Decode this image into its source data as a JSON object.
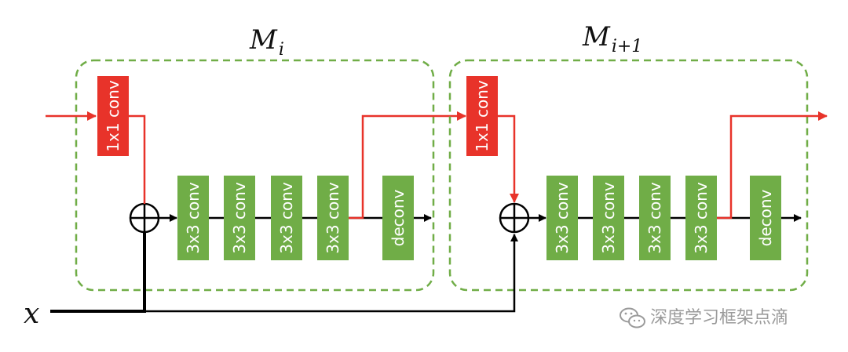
{
  "modules": [
    {
      "title_main": "M",
      "title_sub": "i",
      "input_block": "1x1 conv",
      "conv_blocks": [
        "3x3 conv",
        "3x3 conv",
        "3x3 conv",
        "3x3 conv"
      ],
      "deconv_block": "deconv"
    },
    {
      "title_main": "M",
      "title_sub": "i+1",
      "input_block": "1x1 conv",
      "conv_blocks": [
        "3x3 conv",
        "3x3 conv",
        "3x3 conv",
        "3x3 conv"
      ],
      "deconv_block": "deconv"
    }
  ],
  "input_label": "x",
  "watermark": "深度学习框架点滴",
  "colors": {
    "green_block": "#70ad47",
    "red_block": "#e8332a",
    "dashed_border": "#70ad47",
    "red_arrow": "#e8332a",
    "black_arrow": "#000000",
    "watermark": "#9a9a9a"
  },
  "icons": [
    "sum-circle-icon",
    "wechat-icon"
  ]
}
